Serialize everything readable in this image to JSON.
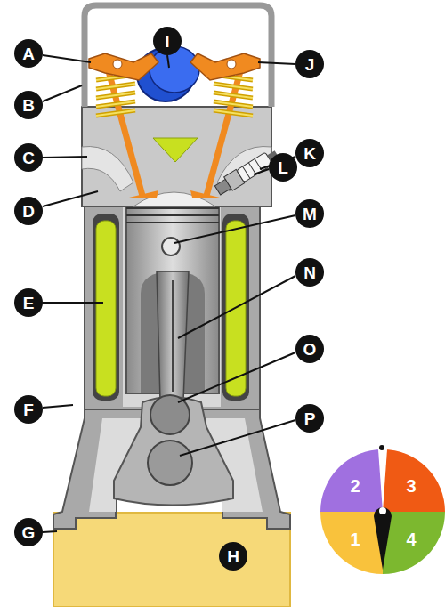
{
  "diagram": {
    "labels": [
      "A",
      "I",
      "J",
      "B",
      "K",
      "C",
      "L",
      "D",
      "M",
      "E",
      "N",
      "O",
      "F",
      "P",
      "G",
      "H",
      "2",
      "3",
      "1",
      "4"
    ]
  }
}
